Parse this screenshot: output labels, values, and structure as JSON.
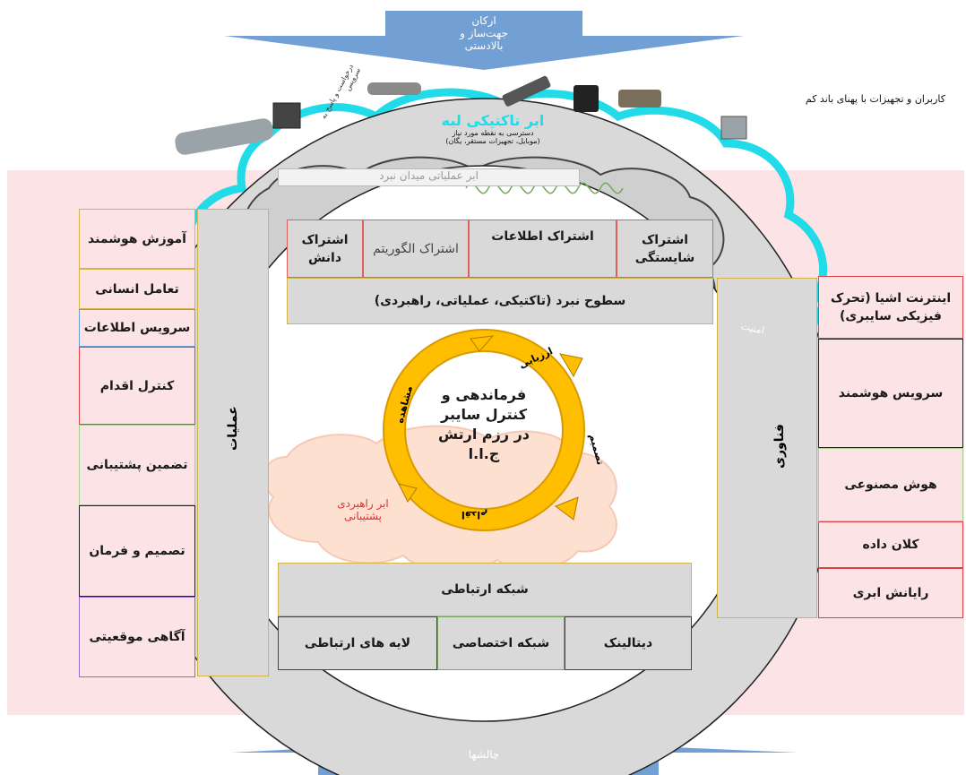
{
  "top_arrow": {
    "label_line1": "ارکان",
    "label_line2": "جهت‌ساز و",
    "label_line3": "بالادستی"
  },
  "bottom_arrow": {
    "label": "چالشها"
  },
  "devices_caption": "کاربران و تجهیزات با پهنای باند کم",
  "devices_side_caption": "درخواست و پاسخ به سرویس",
  "tactical_cloud": {
    "title": "ابر تاکتیکی لبه",
    "subtitle_line1": "دسترسی به نقطه مورد نیاز",
    "subtitle_line2": "(موبایل، تجهیزات مستقر، یگان)"
  },
  "operational_cloud": {
    "title": "ابر عملیاتی میدان نبرد"
  },
  "strategic_cloud": {
    "title_line1": "ابر راهبردی",
    "title_line2": "پشتیبانی"
  },
  "top_boxes": [
    "اشتراک دانش",
    "اشتراک الگوریتم",
    "اشتراک اطلاعات",
    "اشتراک شایستگی"
  ],
  "levels_box": "سطوح نبرد (تاکتیکی، عملیاتی، راهبردی)",
  "network_box": "شبکه ارتباطی",
  "bottom_boxes": [
    "لایه های ارتباطی",
    "شبکه اختصاصی",
    "دیتالینک"
  ],
  "left_column_label": "عملیات",
  "right_column_label": "فناوری",
  "security_label": "امنیت",
  "left_boxes": [
    "آموزش هوشمند",
    "تعامل انسانی",
    "سرویس اطلاعات",
    "کنترل اقدام",
    "تضمین پشتیبانی",
    "تصمیم و فرمان",
    "آگاهی موقعیتی"
  ],
  "right_boxes": [
    "اینترنت اشیا (تحرک فیزیکی سایبری)",
    "سرویس هوشمند",
    "هوش مصنوعی",
    "کلان داده",
    "رایانش ابری"
  ],
  "center": {
    "line1": "فرماندهی و",
    "line2": "کنترل سایبر",
    "line3": "در رزم ارتش",
    "line4": "ج.ا.ا"
  },
  "cycle_labels": [
    "ارزیابی",
    "تصمیم",
    "اقدام",
    "مشاهده"
  ],
  "colors": {
    "arrow": "#6b9bd2",
    "cyan": "#22dbe8",
    "orange": "#ffbf00",
    "ring": "#d9d9d9"
  }
}
